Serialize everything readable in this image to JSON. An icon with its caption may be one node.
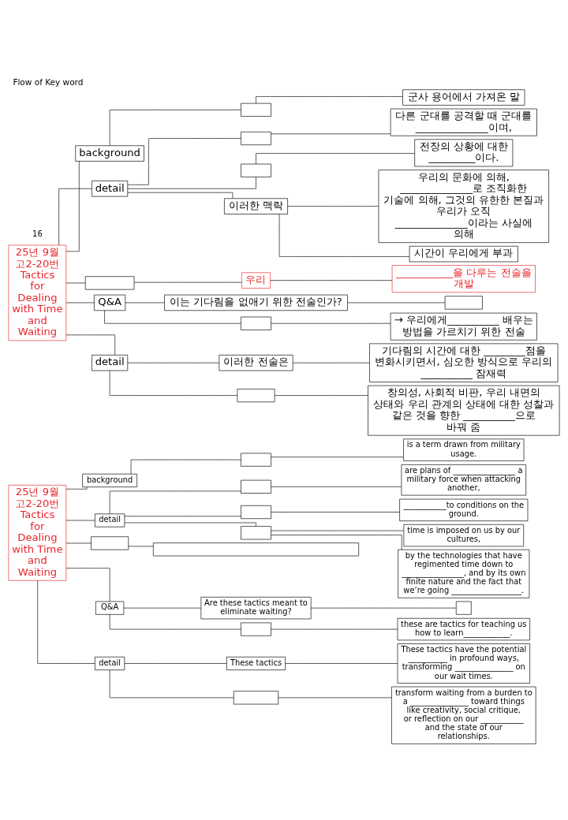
{
  "diagram": {
    "title": "Flow of Key word",
    "nodes": [
      {
        "text": [
          "25년 9월 고2-20번 Tactics for Dealing with Time and Waiting"
        ]
      },
      {
        "text": [
          "background"
        ]
      },
      {
        "text": [],
        "shape": "box"
      },
      {
        "text": [
          "군사 용어에서 가져온 말"
        ]
      },
      {
        "text": [
          "detail"
        ]
      },
      {
        "text": [],
        "shape": "box"
      },
      {
        "text": [
          "다른 군대를 공격할 때 군대를 ______________이며,"
        ]
      },
      {
        "text": [],
        "shape": "box"
      },
      {
        "text": [
          "전장의 상황에 대한 _________이다."
        ]
      },
      {
        "text": [
          "이러한 맥락"
        ]
      },
      {
        "text": [
          "우리의 문화에 의해, ______________로 조직화한 기술에 의해, 그것의 유한한 본질과 우리가 오직 ______________이라는 사실에 의해"
        ]
      },
      {
        "text": [
          "시간이 우리에게 부과"
        ]
      },
      {
        "text": [],
        "shape": "box"
      },
      {
        "text": [
          "우리"
        ]
      },
      {
        "text": [
          "___________을 다루는 전술을 개발"
        ]
      },
      {
        "text": [
          "Q&A"
        ]
      },
      {
        "text": [
          "이는 기다림을 없애기 위한 전술인가?"
        ]
      },
      {
        "text": [],
        "shape": "box"
      },
      {
        "text": [],
        "shape": "box"
      },
      {
        "text": [
          "→ 우리에게__________ 배우는 방법을 가르치기 위한 전술"
        ]
      },
      {
        "text": [
          "detail"
        ]
      },
      {
        "text": [
          "이러한 전술은"
        ]
      },
      {
        "text": [
          "기다림의 시간에 대한 ________점을 변화시키면서, 심오한 방식으로 우리의 __________ 잠재력"
        ]
      },
      {
        "text": [],
        "shape": "box"
      },
      {
        "text": [
          "창의성, 사회적 비판, 우리 내면의 상태와 우리 관계의 상태에 대한 성찰과 같은 것을 향한 __________으로 바꿔 줌"
        ]
      },
      {
        "text": [
          "25년 9월 고2-20번 Tactics for Dealing with Time and Waiting"
        ]
      },
      {
        "text": [
          "background"
        ]
      },
      {
        "text": [],
        "shape": "box"
      },
      {
        "text": [
          "is a term drawn from military usage."
        ]
      },
      {
        "text": [
          "detail"
        ]
      },
      {
        "text": [],
        "shape": "box"
      },
      {
        "text": [
          "are plans of ________________ a military force when attacking another,"
        ]
      },
      {
        "text": [],
        "shape": "box"
      },
      {
        "text": [
          "___________to conditions on the ground."
        ]
      },
      {
        "text": [],
        "shape": "box"
      },
      {
        "text": [
          "time is imposed on us by our cultures,"
        ]
      },
      {
        "text": [
          "by the technologies that have regimented time down to ________________, and by its own finite nature and the fact that we’re going __________________."
        ]
      },
      {
        "text": [],
        "shape": "box"
      },
      {
        "text": [],
        "shape": "box"
      },
      {
        "text": [
          "Q&A"
        ]
      },
      {
        "text": [
          "Are these tactics meant to eliminate waiting?"
        ]
      },
      {
        "text": [],
        "shape": "box"
      },
      {
        "text": [],
        "shape": "box"
      },
      {
        "text": [
          "these are tactics for teaching us how to learn____________."
        ]
      },
      {
        "text": [
          "detail"
        ]
      },
      {
        "text": [
          "These tactics"
        ]
      },
      {
        "text": [
          "These tactics have the potential __________ in profound ways, transforming _______________ on our wait times."
        ]
      },
      {
        "text": [],
        "shape": "box"
      },
      {
        "text": [
          "transform waiting from a burden to a _______________ toward things like creativity, social critique, or reflection on our ___________ and the state of our relationships."
        ]
      }
    ],
    "edges": [
      {
        "from": 0,
        "to": 1,
        "arrow": "none"
      },
      {
        "from": 1,
        "to": 2,
        "arrow": "none"
      },
      {
        "from": 2,
        "to": 3,
        "arrow": "none"
      },
      {
        "from": 0,
        "to": 4,
        "arrow": "none"
      },
      {
        "from": 4,
        "to": 5,
        "arrow": "none"
      },
      {
        "from": 5,
        "to": 6,
        "arrow": "none"
      },
      {
        "from": 4,
        "to": 7,
        "arrow": "none"
      },
      {
        "from": 7,
        "to": 8,
        "arrow": "none"
      },
      {
        "from": 4,
        "to": 9,
        "arrow": "none"
      },
      {
        "from": 9,
        "to": 10,
        "arrow": "none"
      },
      {
        "from": 9,
        "to": 11,
        "arrow": "none"
      },
      {
        "from": 0,
        "to": 12,
        "arrow": "none"
      },
      {
        "from": 12,
        "to": 13,
        "arrow": "none"
      },
      {
        "from": 13,
        "to": 14,
        "arrow": "none"
      },
      {
        "from": 0,
        "to": 15,
        "arrow": "none"
      },
      {
        "from": 15,
        "to": 16,
        "arrow": "none"
      },
      {
        "from": 16,
        "to": 17,
        "arrow": "none"
      },
      {
        "from": 15,
        "to": 18,
        "arrow": "none"
      },
      {
        "from": 18,
        "to": 19,
        "arrow": "none"
      },
      {
        "from": 0,
        "to": 20,
        "arrow": "none"
      },
      {
        "from": 20,
        "to": 21,
        "arrow": "none"
      },
      {
        "from": 21,
        "to": 22,
        "arrow": "none"
      },
      {
        "from": 20,
        "to": 23,
        "arrow": "none"
      },
      {
        "from": 23,
        "to": 24,
        "arrow": "none"
      },
      {
        "from": 25,
        "to": 26,
        "arrow": "none"
      },
      {
        "from": 26,
        "to": 27,
        "arrow": "none"
      },
      {
        "from": 27,
        "to": 28,
        "arrow": "none"
      },
      {
        "from": 25,
        "to": 29,
        "arrow": "none"
      },
      {
        "from": 29,
        "to": 30,
        "arrow": "none"
      },
      {
        "from": 30,
        "to": 31,
        "arrow": "none"
      },
      {
        "from": 29,
        "to": 32,
        "arrow": "none"
      },
      {
        "from": 32,
        "to": 33,
        "arrow": "none"
      },
      {
        "from": 29,
        "to": 34,
        "arrow": "none"
      },
      {
        "from": 34,
        "to": 35,
        "arrow": "none"
      },
      {
        "from": 34,
        "to": 36,
        "arrow": "none"
      },
      {
        "from": 25,
        "to": 37,
        "arrow": "none"
      },
      {
        "from": 37,
        "to": 38,
        "arrow": "none"
      },
      {
        "from": 25,
        "to": 39,
        "arrow": "none"
      },
      {
        "from": 39,
        "to": 40,
        "arrow": "none"
      },
      {
        "from": 40,
        "to": 41,
        "arrow": "none"
      },
      {
        "from": 39,
        "to": 42,
        "arrow": "none"
      },
      {
        "from": 42,
        "to": 43,
        "arrow": "none"
      },
      {
        "from": 25,
        "to": 44,
        "arrow": "none"
      },
      {
        "from": 44,
        "to": 45,
        "arrow": "none"
      },
      {
        "from": 45,
        "to": 46,
        "arrow": "none"
      },
      {
        "from": 44,
        "to": 47,
        "arrow": "none"
      },
      {
        "from": 47,
        "to": 48,
        "arrow": "none"
      }
    ],
    "labels": [
      "16"
    ]
  }
}
